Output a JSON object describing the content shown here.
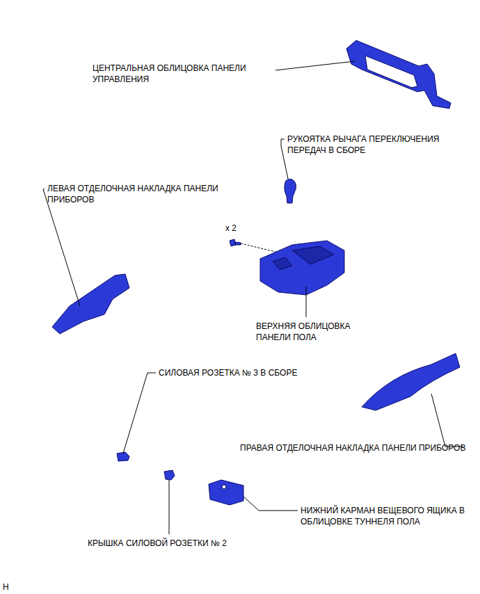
{
  "diagram": {
    "labels": [
      "ЦЕНТРАЛЬНАЯ ОБЛИЦОВКА ПАНЕЛИ УПРАВЛЕНИЯ",
      "РУКОЯТКА РЫЧАГА ПЕРЕКЛЮЧЕНИЯ ПЕРЕДАЧ В СБОРЕ",
      "ЛЕВАЯ ОТДЕЛОЧНАЯ НАКЛАДКА ПАНЕЛИ ПРИБОРОВ",
      "x 2",
      "ВЕРХНЯЯ ОБЛИЦОВКА ПАНЕЛИ ПОЛА",
      "СИЛОВАЯ РОЗЕТКА № 3 В СБОРЕ",
      "ПРАВАЯ ОТДЕЛОЧНАЯ НАКЛАДКА ПАНЕЛИ ПРИБОРОВ",
      "НИЖНИЙ КАРМАН ВЕЩЕВОГО ЯЩИКА В ОБЛИЦОВКЕ ТУННЕЛЯ ПОЛА",
      "КРЫШКА СИЛОВОЙ РОЗЕТКИ № 2",
      "H"
    ]
  }
}
